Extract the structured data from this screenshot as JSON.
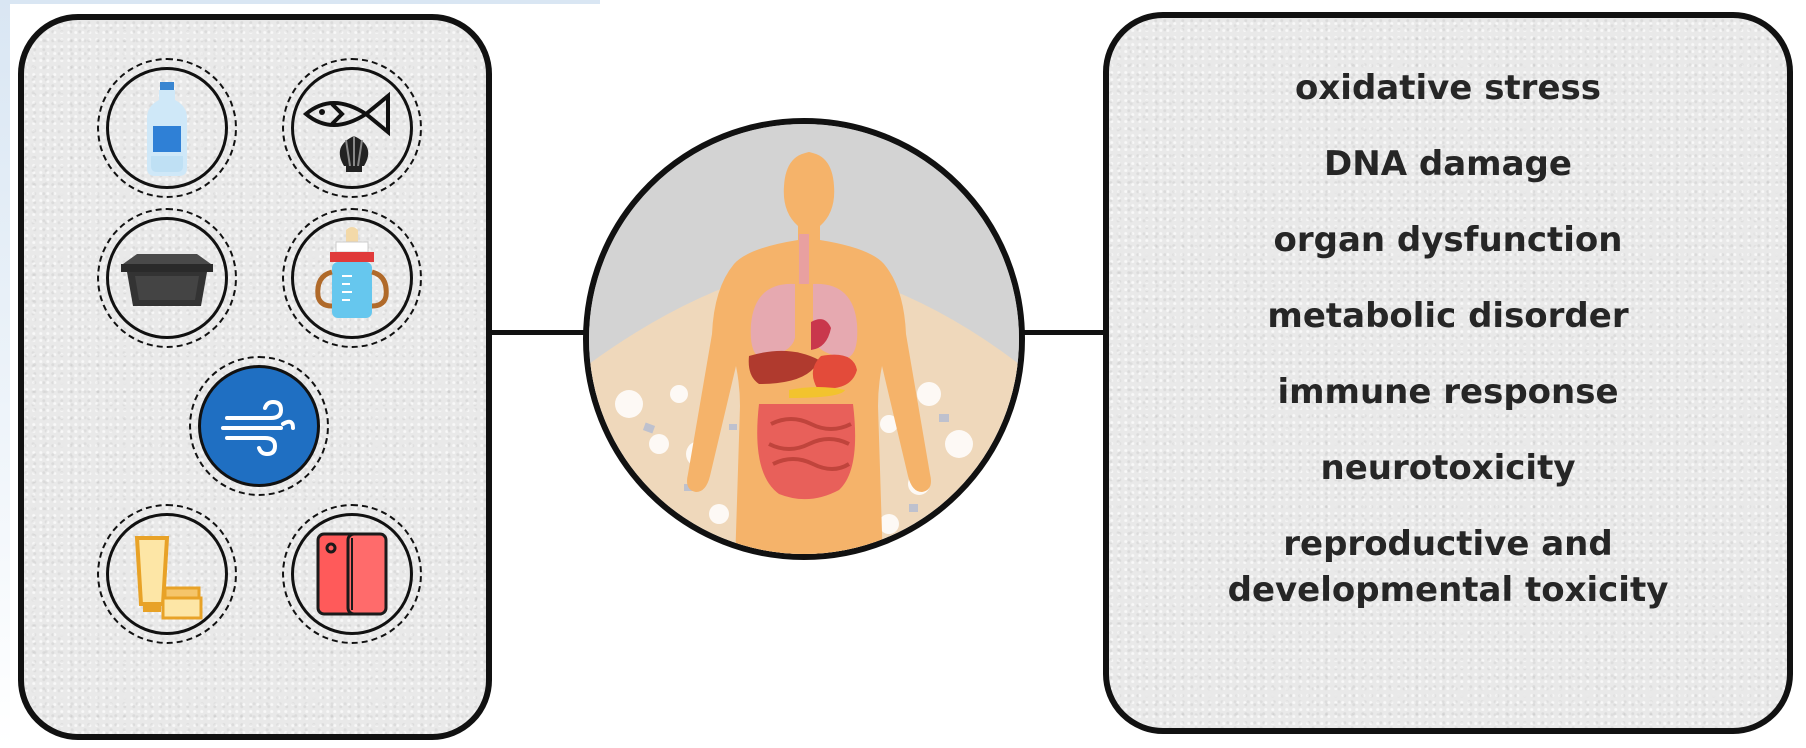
{
  "sources": [
    {
      "name": "water-bottle-icon"
    },
    {
      "name": "fish-and-shell-icon"
    },
    {
      "name": "food-container-icon"
    },
    {
      "name": "baby-bottle-icon"
    },
    {
      "name": "air-wind-icon"
    },
    {
      "name": "cosmetics-icon"
    },
    {
      "name": "phone-case-icon"
    }
  ],
  "center": {
    "icon": "human-body-organs-icon"
  },
  "effects": [
    "oxidative stress",
    "DNA damage",
    "organ dysfunction",
    "metabolic disorder",
    "immune response",
    "neurotoxicity",
    "reproductive and",
    "developmental toxicity"
  ],
  "colors": {
    "outline": "#111111",
    "panel_fill": "#e9e9e9",
    "text": "#262626",
    "body": "#f4b66b",
    "air_icon": "#1f6fc2"
  }
}
